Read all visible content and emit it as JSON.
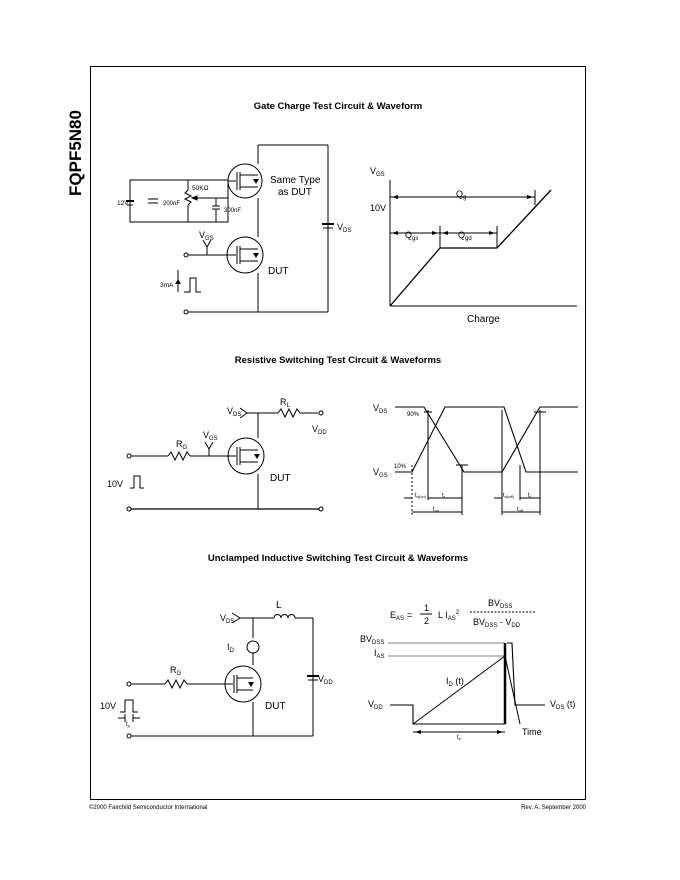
{
  "part_number": "FQPF5N80",
  "sections": {
    "gate_charge": {
      "title": "Gate Charge Test Circuit & Waveform",
      "circuit": {
        "supply": "12V",
        "cap1": "200nF",
        "resistor": "50KΩ",
        "cap2": "300nF",
        "same_type_line1": "Same Type",
        "same_type_line2": "as DUT",
        "vds_main": "V",
        "vds_sub": "DS",
        "vgs_main": "V",
        "vgs_sub": "GS",
        "dut": "DUT",
        "current": "3mA"
      },
      "waveform": {
        "y_label_main": "V",
        "y_label_sub": "GS",
        "level": "10V",
        "qg_main": "Q",
        "qg_sub": "g",
        "qgs_main": "Q",
        "qgs_sub": "gs",
        "qgd_main": "Q",
        "qgd_sub": "gd",
        "x_label": "Charge"
      }
    },
    "resistive": {
      "title": "Resistive Switching Test Circuit & Waveforms",
      "circuit": {
        "vds_main": "V",
        "vds_sub": "DS",
        "rl_main": "R",
        "rl_sub": "L",
        "vdd_main": "V",
        "vdd_sub": "DD",
        "rg_main": "R",
        "rg_sub": "G",
        "vgs_main": "V",
        "vgs_sub": "GS",
        "pulse": "10V",
        "dut": "DUT"
      },
      "waveform": {
        "vds_main": "V",
        "vds_sub": "DS",
        "vgs_main": "V",
        "vgs_sub": "GS",
        "pct90": "90%",
        "pct10": "10%",
        "tdon": "t",
        "tdon_sub": "d(on)",
        "tr": "t",
        "tr_sub": "r",
        "ton": "t",
        "ton_sub": "on",
        "tdoff": "t",
        "tdoff_sub": "d(off)",
        "tf": "t",
        "tf_sub": "f",
        "toff": "t",
        "toff_sub": "off"
      }
    },
    "uis": {
      "title": "Unclamped Inductive Switching Test Circuit & Waveforms",
      "circuit": {
        "vds_main": "V",
        "vds_sub": "DS",
        "l": "L",
        "id_main": "I",
        "id_sub": "D",
        "rg_main": "R",
        "rg_sub": "G",
        "vdd_main": "V",
        "vdd_sub": "DD",
        "pulse": "10V",
        "tp": "t",
        "tp_sub": "p",
        "dut": "DUT"
      },
      "formula": {
        "eas_main": "E",
        "eas_sub": "AS",
        "equals": "=",
        "one": "1",
        "two": "2",
        "l_text": "L I",
        "l_sub": "AS",
        "l_sup": "2",
        "num_main": "BV",
        "num_sub": "DSS",
        "den_main": "BV",
        "den_sub": "DSS",
        "den_mid": " - V",
        "den_sub2": "DD"
      },
      "waveform": {
        "bvdss_main": "BV",
        "bvdss_sub": "DSS",
        "ias_main": "I",
        "ias_sub": "AS",
        "vdd_main": "V",
        "vdd_sub": "DD",
        "idt_main": "I",
        "idt_sub": "D",
        "idt_rest": " (t)",
        "vdst_main": "V",
        "vdst_sub": "DS",
        "vdst_rest": " (t)",
        "tp": "t",
        "tp_sub": "p",
        "time": "Time"
      }
    }
  },
  "footer": {
    "left": "©2000 Fairchild Semiconductor International",
    "right": "Rev. A, September 2000"
  }
}
